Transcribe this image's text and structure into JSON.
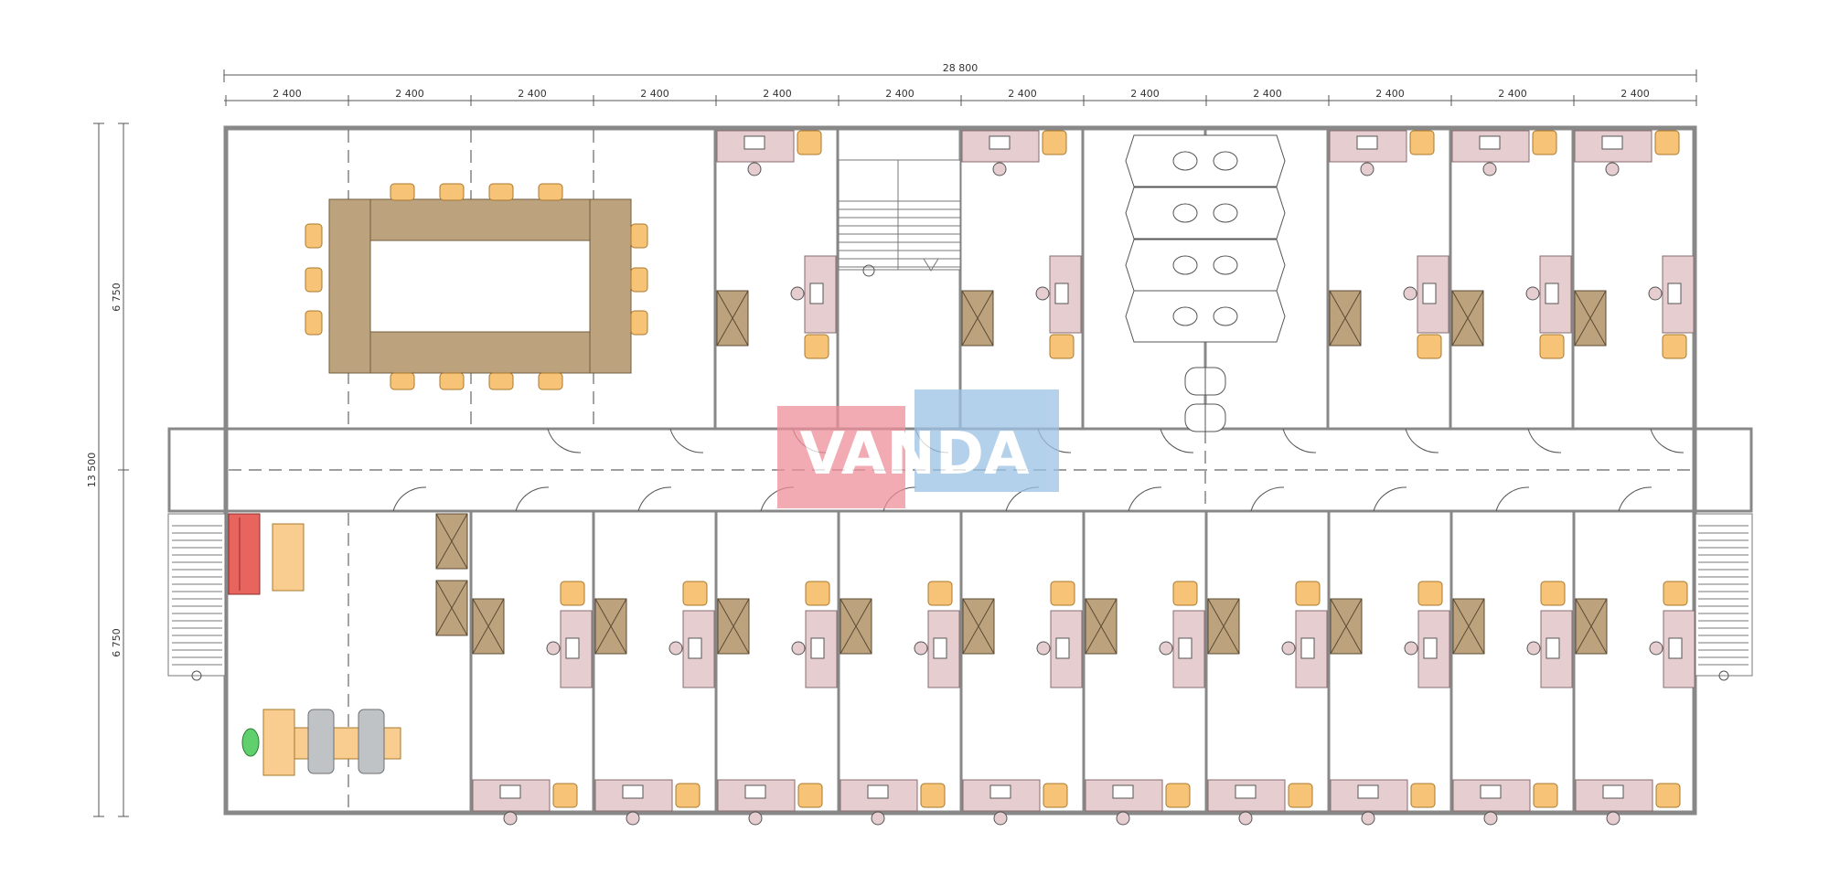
{
  "dimensions": {
    "total_width": "28 800",
    "module_width": "2 400",
    "module_count": 12,
    "total_depth": "13 500",
    "half_depth_top": "6 750",
    "half_depth_bottom": "6 750"
  },
  "logo": {
    "text": "VANDA",
    "color_left": "#ef8f9a",
    "color_right": "#9cc2e6"
  },
  "colors": {
    "wall": "#888888",
    "desk": "#e6cdd0",
    "chair": "#f7c477",
    "cabinet": "#bda37d",
    "sofa": "#e8645f",
    "plant": "#5fd06b"
  }
}
